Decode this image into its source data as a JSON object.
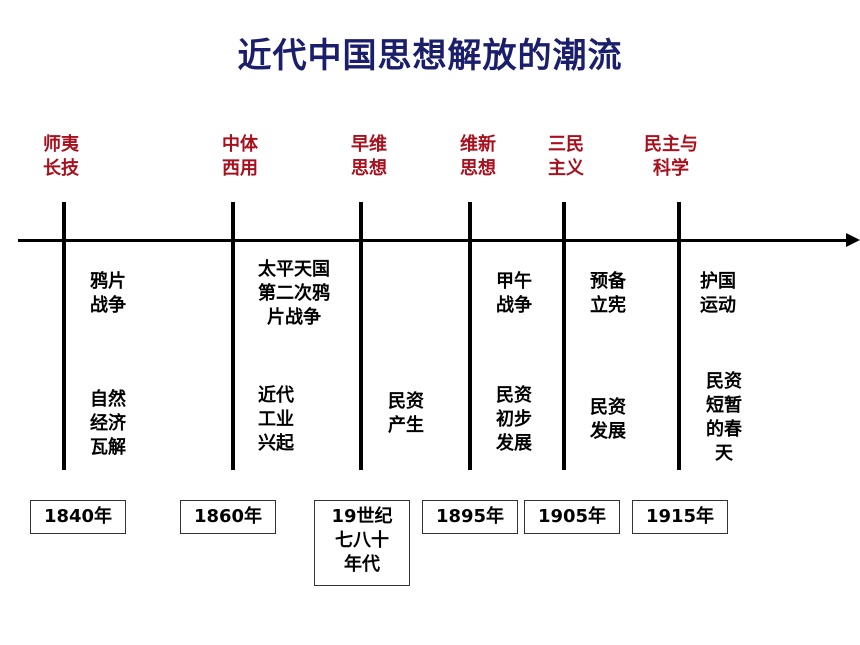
{
  "title": "近代中国思想解放的潮流",
  "top_labels": [
    "师夷\n长技",
    "中体\n西用",
    "早维\n思想",
    "维新\n思想",
    "三民\n主义",
    "民主与\n科学"
  ],
  "events_row1": [
    "鸦片\n战争",
    "太平天国\n第二次鸦\n片战争",
    "甲午\n战争",
    "预备\n立宪",
    "护国\n运动"
  ],
  "events_row2": [
    "自然\n经济\n瓦解",
    "近代\n工业\n兴起",
    "民资\n产生",
    "民资\n初步\n发展",
    "民资\n发展",
    "民资\n短暂\n的春\n天"
  ],
  "dates": [
    "1840年",
    "1860年",
    "19世纪\n七八十\n年代",
    "1895年",
    "1905年",
    "1915年"
  ]
}
